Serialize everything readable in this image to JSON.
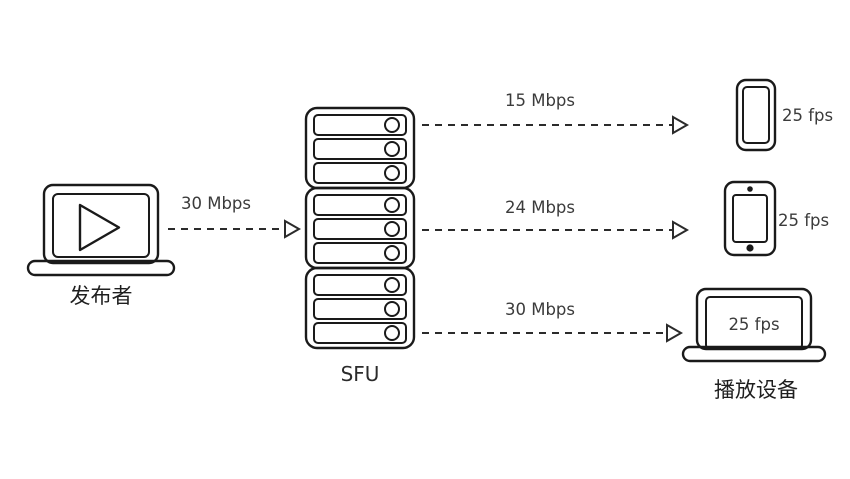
{
  "diagram": {
    "title": "SFU selective forwarding topology",
    "background_color": "#ffffff",
    "stroke_color": "#1a1a1a",
    "text_color": "#3b3b3b"
  },
  "publisher": {
    "caption": "发布者",
    "icon": "laptop-play-icon",
    "uplink": {
      "label": "30 Mbps",
      "icon": "dashed-arrow-right-icon"
    }
  },
  "sfu": {
    "caption": "SFU",
    "icon": "server-stack-icon",
    "unit_count": 3,
    "slots_per_unit": 3
  },
  "downlinks": [
    {
      "label": "15 Mbps",
      "icon": "dashed-arrow-right-icon",
      "target": "phone"
    },
    {
      "label": "24 Mbps",
      "icon": "dashed-arrow-right-icon",
      "target": "tablet"
    },
    {
      "label": "30 Mbps",
      "icon": "dashed-arrow-right-icon",
      "target": "laptop"
    }
  ],
  "subscribers": [
    {
      "device": "phone",
      "icon": "smartphone-icon",
      "fps": "25 fps"
    },
    {
      "device": "tablet",
      "icon": "tablet-icon",
      "fps": "25 fps"
    },
    {
      "device": "laptop",
      "icon": "laptop-icon",
      "fps": "25 fps",
      "caption": "播放设备"
    }
  ]
}
